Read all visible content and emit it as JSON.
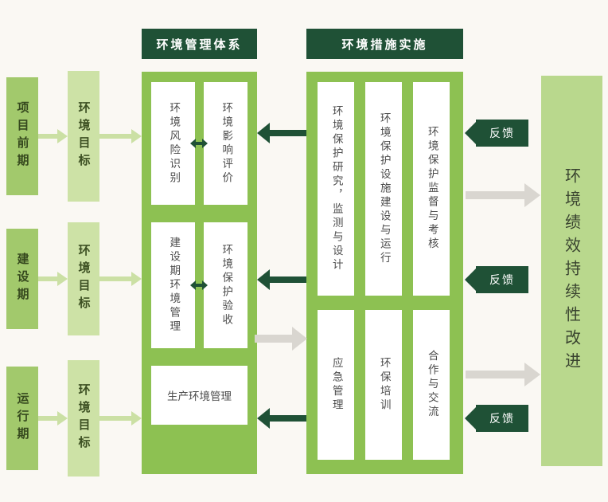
{
  "left_rows": [
    {
      "phase": "项目前期",
      "goal": "环境目标"
    },
    {
      "phase": "建设期",
      "goal": "环境目标"
    },
    {
      "phase": "运行期",
      "goal": "环境目标"
    }
  ],
  "management": {
    "title": "环境管理体系",
    "row1_left": "环境风险识别",
    "row1_right": "环境影响评价",
    "row2_left": "建设期环境管理",
    "row2_right": "环境保护验收",
    "bottom": "生产环境管理"
  },
  "implementation": {
    "title": "环境措施实施",
    "top": [
      "环境保护研究，监测与设计",
      "环境保护设施建设与运行",
      "环境保护监督与考核"
    ],
    "bottom": [
      "应急管理",
      "环保培训",
      "合作与交流"
    ]
  },
  "feedback": "反馈",
  "result": "环境绩效持续性改进",
  "colors": {
    "dark_green": "#1f5136",
    "container_green": "#8dc152",
    "light_green": "#cde2a6",
    "mid_green": "#a2c96c",
    "result_green": "#b9d88d",
    "arrow_light": "#cbe0a4",
    "arrow_gray": "#d9d6d0",
    "background": "#faf8f3"
  }
}
